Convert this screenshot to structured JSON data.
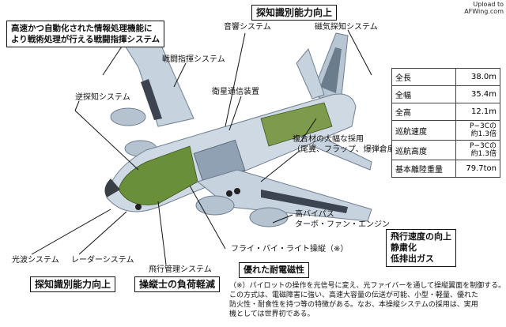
{
  "watermark": "Upload to\nAFWing.com",
  "boxes": {
    "top_left": "高速かつ自動化された情報処理機能に\nより戦術処理が行える戦闘指揮システム",
    "top_center": "探知識別能力向上",
    "bottom_left": "探知識別能力向上",
    "bottom_center": "操縦士の負荷軽減",
    "durability": "優れた耐電磁性",
    "flight": "飛行速度の向上\n静粛化\n低排出ガス"
  },
  "labels": {
    "acoustic": "音響システム",
    "magnetic": "磁気探知システム",
    "combat_cmd": "戦闘指揮システム",
    "satcom": "衛星通信装置",
    "reverse_detect": "逆探知システム",
    "composite": "複合材の大幅な採用\n（尾翼、フラップ、爆弾倉扉他）",
    "engine": "高バイパス\nターボ・ファン・エンジン",
    "fly_by_light": "フライ・バイ・ライト操縦（※）",
    "optical": "光波システム",
    "radar": "レーダーシステム",
    "flight_mgmt": "飛行管理システム"
  },
  "spec_table": [
    {
      "label": "全長",
      "value": "38.0m"
    },
    {
      "label": "全幅",
      "value": "35.4m"
    },
    {
      "label": "全高",
      "value": "12.1m"
    },
    {
      "label": "巡航速度",
      "value": "P−3Cの\n約1.3倍"
    },
    {
      "label": "巡航高度",
      "value": "P−3Cの\n約1.3倍"
    },
    {
      "label": "基本離陸重量",
      "value": "79.7ton"
    }
  ],
  "footnote": "（※）パイロットの操作を光信号に変え、光ファイバーを通して操縦翼面を制御する。\nこの方式は、電磁障害に強い、高速大容量の伝送が可能、小型・軽量、優れた\n防火性・耐食性を持つ等の特徴がある。なお、本操縦システムの採用は、実用\n機としては世界初である。",
  "colors": {
    "aircraft_body": "#cfd9e3",
    "aircraft_shadow": "#9fb0c2",
    "cutaway_green": "#6a8f3a",
    "box_border": "#111111"
  }
}
